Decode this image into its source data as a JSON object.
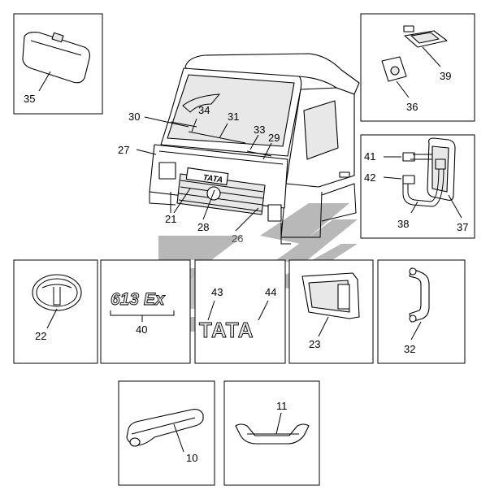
{
  "callouts": {
    "c10": "10",
    "c11": "11",
    "c21": "21",
    "c22": "22",
    "c23": "23",
    "c26": "26",
    "c27": "27",
    "c28": "28",
    "c29": "29",
    "c30": "30",
    "c31": "31",
    "c32": "32",
    "c33": "33",
    "c34": "34",
    "c35": "35",
    "c36": "36",
    "c37": "37",
    "c38": "38",
    "c39": "39",
    "c40": "40",
    "c41": "41",
    "c42": "42",
    "c43": "43",
    "c44": "44"
  },
  "badge_model_text": "613 Ex",
  "grille_logo_text": "TATA",
  "letters_text": "TATA",
  "watermark_color": "#b8b8b8"
}
